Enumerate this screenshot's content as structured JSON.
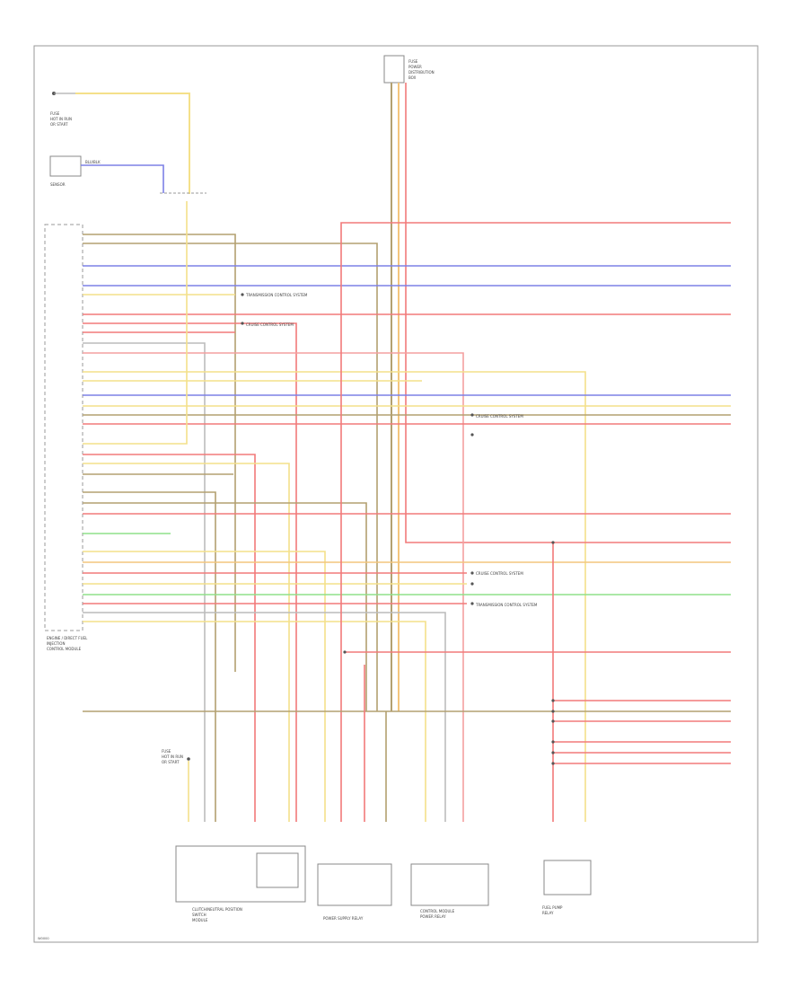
{
  "diagram": {
    "border_color": "#9a9a9a",
    "components": {
      "top_fuse": [
        "FUSE",
        "POWER",
        "DISTRIBUTION",
        "BOX"
      ],
      "sensor": "SENSOR",
      "sensor_wire": "BLU/BLK",
      "left_fuse": [
        "FUSE",
        "HOT IN RUN",
        "OR START"
      ],
      "lower_fuse": [
        "FUSE",
        "HOT IN RUN",
        "OR START"
      ],
      "module": [
        "ENGINE / DIRECT FUEL",
        "INJECTION",
        "CONTROL MODULE"
      ],
      "relay_switch": [
        "CLUTCH/NEUTRAL POSITION",
        "SWITCH",
        "MODULE"
      ],
      "power_relay": "POWER SUPPLY RELAY",
      "mode_relay": [
        "CONTROL MODULE",
        "POWER RELAY"
      ],
      "pump_relay": [
        "FUEL PUMP",
        "RELAY"
      ]
    },
    "wire_colors": {
      "yellow": "#f4e08a",
      "red": "#f27a7a",
      "blue": "#7d80e6",
      "brown": "#b3a070",
      "green": "#8fe08a",
      "gray": "#bcbcbc",
      "orange": "#f3c57d",
      "pink": "#f3a0a0"
    },
    "notes": [
      "TRANSMISSION CONTROL SYSTEM",
      "CRUISE CONTROL SYSTEM",
      "CRUISE CONTROL SYSTEM",
      "CRUISE CONTROL SYSTEM",
      "TRANSMISSION CONTROL SYSTEM"
    ],
    "footer_code": "W0000"
  }
}
